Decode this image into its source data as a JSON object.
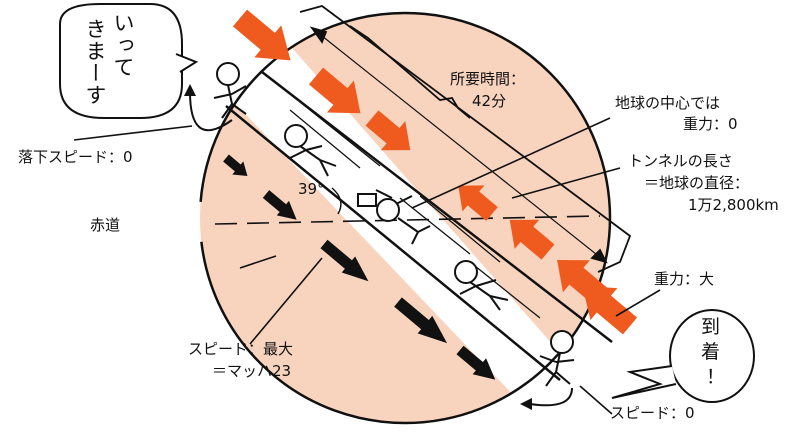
{
  "bubble_depart": {
    "lines": [
      "いって",
      "きまーす"
    ]
  },
  "bubble_arrive": {
    "lines": [
      "到",
      "着",
      "！"
    ]
  },
  "labels": {
    "travel_time": "所要時間：",
    "travel_time_value": "42分",
    "center_gravity_line1": "地球の中心では",
    "center_gravity_line2": "重力：0",
    "tunnel_length_line1": "トンネルの長さ",
    "tunnel_length_line2": "＝地球の直径：",
    "tunnel_length_line3": "1万2,800km",
    "equator": "赤道",
    "angle": "39°",
    "fall_speed": "落下スピード：0",
    "max_speed_line1": "スピード：最大",
    "max_speed_line2": "＝マッハ23",
    "gravity_large": "重力：大",
    "arrival_speed": "スピード：0"
  },
  "colors": {
    "earth_fill": "#f8d4bf",
    "arrow_orange": "#ef5a1e",
    "arrow_black": "#111111",
    "outline": "#111111"
  }
}
